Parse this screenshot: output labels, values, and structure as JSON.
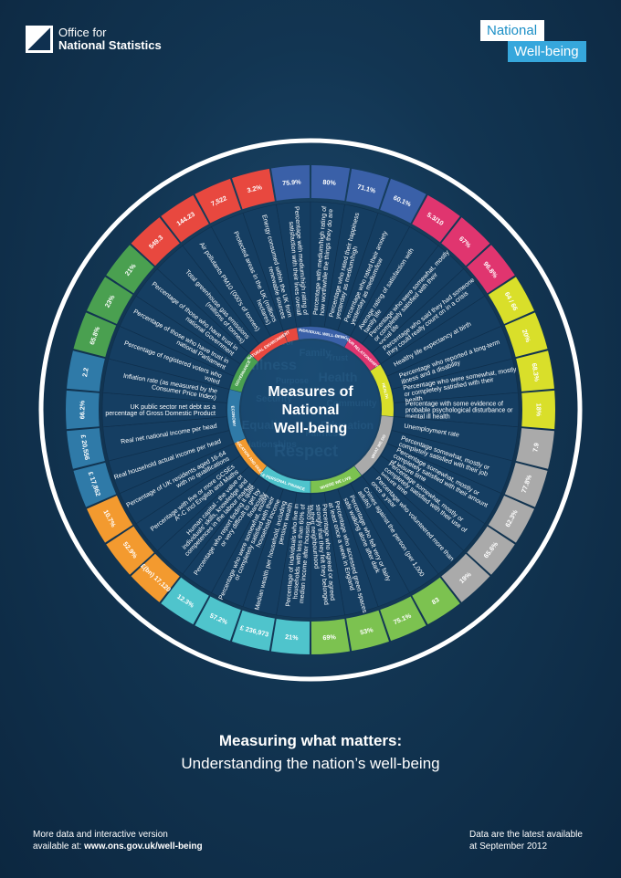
{
  "header": {
    "org_line1": "Office for",
    "org_line2": "National Statistics",
    "badge_line1": "National",
    "badge_line2": "Well-being"
  },
  "center": {
    "line1": "Measures of",
    "line2": "National",
    "line3": "Well-being",
    "watermark": [
      "Illness",
      "Family",
      "Health",
      "Equality",
      "Respect",
      "Education",
      "Security",
      "Community",
      "Purpose",
      "Fairness",
      "Relationships",
      "Trust",
      "Control"
    ]
  },
  "domains": [
    {
      "name": "NATURAL ENVIRONMENT",
      "color": "#e8483f"
    },
    {
      "name": "INDIVIDUAL WELL-BEING",
      "color": "#3a60a8"
    },
    {
      "name": "OUR RELATIONSHIPS",
      "color": "#e0356f"
    },
    {
      "name": "HEALTH",
      "color": "#d9df2a"
    },
    {
      "name": "WHAT WE DO",
      "color": "#aaaaaa"
    },
    {
      "name": "WHERE WE LIVE",
      "color": "#7cc250"
    },
    {
      "name": "PERSONAL FINANCE",
      "color": "#4fc4cc"
    },
    {
      "name": "EDUCATION AND SKILLS",
      "color": "#f39a2f"
    },
    {
      "name": "ECONOMY",
      "color": "#2f7aa8"
    },
    {
      "name": "GOVERNANCE",
      "color": "#4aa050"
    }
  ],
  "measures": [
    {
      "domain": 0,
      "value": "3.2%",
      "label": "Energy consumed within the UK from renewable sources"
    },
    {
      "domain": 1,
      "value": "75.9%",
      "label": "Percentage with medium/high rating of satisfaction with their lives overall"
    },
    {
      "domain": 1,
      "value": "80%",
      "label": "Percentage with medium/high rating of how worthwhile the things they do are"
    },
    {
      "domain": 1,
      "value": "71.1%",
      "label": "Percentage who rated their happiness yesterday as medium/high"
    },
    {
      "domain": 1,
      "value": "60.1%",
      "label": "Percentage who rated their anxiety yesterday as medium/low"
    },
    {
      "domain": 2,
      "value": "5.3/10",
      "label": "Average rating of satisfaction with family life"
    },
    {
      "domain": 2,
      "value": "67%",
      "label": "Percentage who were somewhat, mostly or completely satisfied with their social life"
    },
    {
      "domain": 2,
      "value": "96.8%",
      "label": "Percentage who said they had someone they could really count on in a crisis"
    },
    {
      "domain": 3,
      "value": "64 / 66",
      "label": "Healthy life expectancy at birth"
    },
    {
      "domain": 3,
      "value": "20%",
      "label": "Percentage who reported a long-term illness and a disability"
    },
    {
      "domain": 3,
      "value": "68.3%",
      "label": "Percentage who were somewhat, mostly or completely satisfied with their health"
    },
    {
      "domain": 3,
      "value": "18%",
      "label": "Percentage with some evidence of probable psychological disturbance or mental ill health"
    },
    {
      "domain": 4,
      "value": "7.9",
      "label": "Unemployment rate"
    },
    {
      "domain": 4,
      "value": "77.8%",
      "label": "Percentage somewhat, mostly or completely satisfied with their job"
    },
    {
      "domain": 4,
      "value": "62.3%",
      "label": "Percentage somewhat, mostly or completely satisfied with their amount of leisure time"
    },
    {
      "domain": 4,
      "value": "65.6%",
      "label": "Percentage somewhat, mostly or completely satisfied with their use of leisure time"
    },
    {
      "domain": 4,
      "value": "19%",
      "label": "Percentage who volunteered more than once a year"
    },
    {
      "domain": 5,
      "value": "83",
      "label": "Crimes against the person (per 1,000 adults)"
    },
    {
      "domain": 5,
      "value": "75.1%",
      "label": "Percentage who felt very or fairly safe walking alone after dark"
    },
    {
      "domain": 5,
      "value": "53%",
      "label": "Percentage who accessed green spaces at least once a week in England"
    },
    {
      "domain": 5,
      "value": "69%",
      "label": "Percentage who agreed or agreed strongly that they felt they belonged to their neighbourhood"
    },
    {
      "domain": 6,
      "value": "21%",
      "label": "Percentage of individuals who live in households with less than 60% of median income after housing costs"
    },
    {
      "domain": 6,
      "value": "£ 236,973",
      "label": "Median wealth per household, including pension wealth"
    },
    {
      "domain": 6,
      "value": "57.2%",
      "label": "Percentage who were somewhat, mostly or completely satisfied with their household income"
    },
    {
      "domain": 6,
      "value": "12.3%",
      "label": "Percentage who report finding it quite or very difficult to get by financially"
    },
    {
      "domain": 7,
      "value": "£(bn) 17,120",
      "label": "Human capital - the value of individuals' skills, knowledge and competences in the labour market"
    },
    {
      "domain": 7,
      "value": "52.9%",
      "label": "Percentage with five or more GCSEs A*-C incl English and Maths"
    },
    {
      "domain": 7,
      "value": "10.7%",
      "label": "Percentage of UK residents aged 16-64 with no qualifications"
    },
    {
      "domain": 8,
      "value": "£ 17,862",
      "label": "Real household actual income per head"
    },
    {
      "domain": 8,
      "value": "£ 20,556",
      "label": "Real net national income per head"
    },
    {
      "domain": 8,
      "value": "66.2%",
      "label": "UK public sector net debt as a percentage of Gross Domestic Product"
    },
    {
      "domain": 8,
      "value": "2.2",
      "label": "Inflation rate (as measured by the Consumer Price Index)"
    },
    {
      "domain": 9,
      "value": "65.8%",
      "label": "Percentage of registered voters who voted"
    },
    {
      "domain": 9,
      "value": "23%",
      "label": "Percentage of those who have trust in national Parliament"
    },
    {
      "domain": 9,
      "value": "21%",
      "label": "Percentage of those who have trust in national Government"
    },
    {
      "domain": 0,
      "value": "549.3",
      "label": "Total greenhouse gas emissions (millions of tonnes)"
    },
    {
      "domain": 0,
      "value": "144.23",
      "label": "Air pollutants PM10 (000's of tonnes)"
    },
    {
      "domain": 0,
      "value": "7,522",
      "label": "Protected areas in the UK (millions hectares)"
    }
  ],
  "tagline": {
    "line1": "Measuring what matters:",
    "line2": "Understanding the nation’s well-being"
  },
  "footer": {
    "left_line1": "More data and interactive version",
    "left_line2_prefix": "available at: ",
    "left_link": "www.ons.gov.uk/well-being",
    "right_line1": "Data are the latest available",
    "right_line2": "at September 2012"
  }
}
